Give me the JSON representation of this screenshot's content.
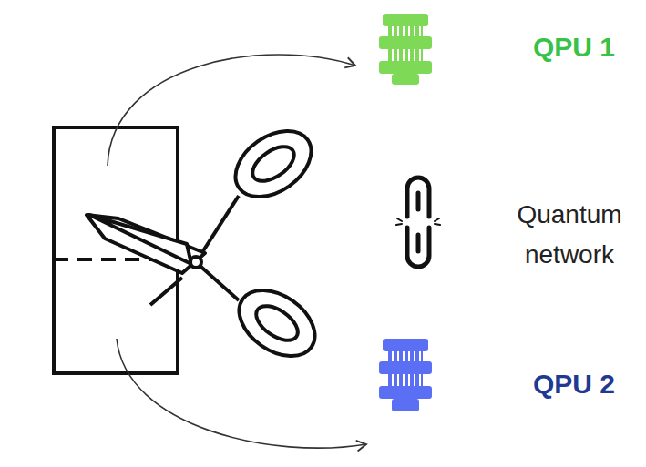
{
  "diagram": {
    "nodes": [
      {
        "text": [
          "QPU 1"
        ]
      },
      {
        "text": [
          "QPU 2"
        ]
      }
    ],
    "labels": [
      "Quantum network"
    ]
  }
}
